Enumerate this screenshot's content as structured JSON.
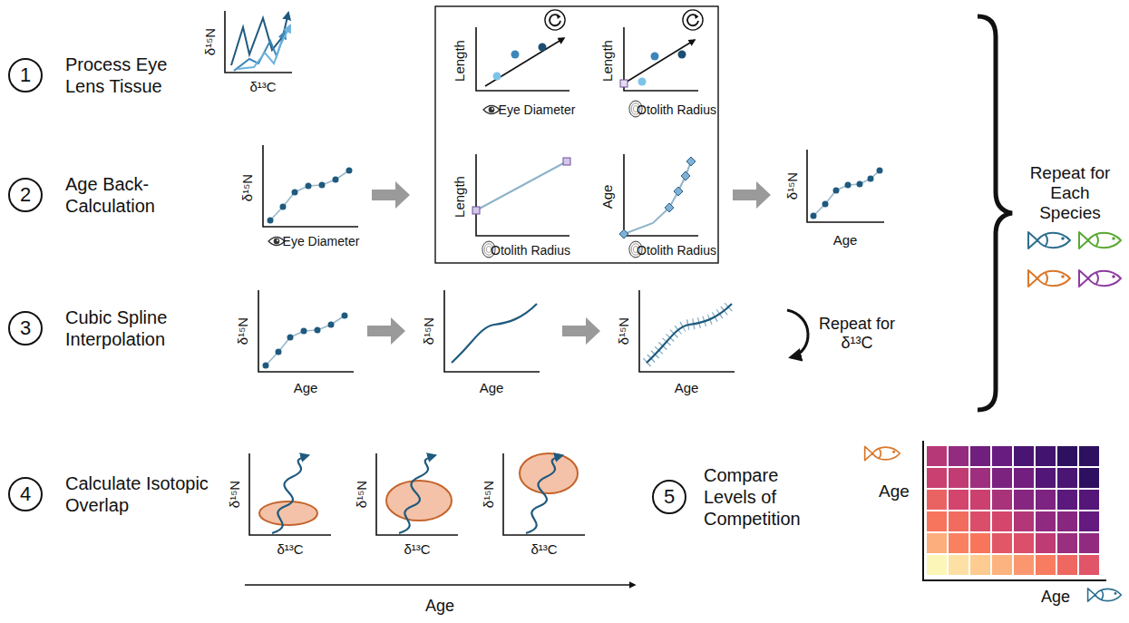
{
  "diagram": {
    "nodes": [
      {
        "text": [
          "1",
          "Process Eye Lens Tissue"
        ]
      },
      {
        "text": [
          "2",
          "Age Back-Calculation"
        ]
      },
      {
        "text": [
          "3",
          "Cubic Spline Interpolation"
        ]
      },
      {
        "text": [
          "4",
          "Calculate Isotopic Overlap"
        ]
      },
      {
        "text": [
          "5",
          "Compare Levels of Competition"
        ]
      }
    ],
    "labels": [
      "δ¹⁵N",
      "δ¹³C",
      "Length",
      "Eye Diameter",
      "Length",
      "Otolith Radius",
      "Length",
      "Otolith Radius",
      "Age",
      "Otolith Radius",
      "δ¹⁵N",
      "Eye Diameter",
      "δ¹⁵N",
      "Age",
      "Repeat for Each Species",
      "δ¹⁵N",
      "Age",
      "δ¹⁵N",
      "Age",
      "δ¹⁵N",
      "Age",
      "Repeat for δ¹³C",
      "δ¹⁵N",
      "δ¹³C",
      "δ¹⁵N",
      "δ¹³C",
      "δ¹⁵N",
      "δ¹³C",
      "Age",
      "Age",
      "Age"
    ]
  }
}
